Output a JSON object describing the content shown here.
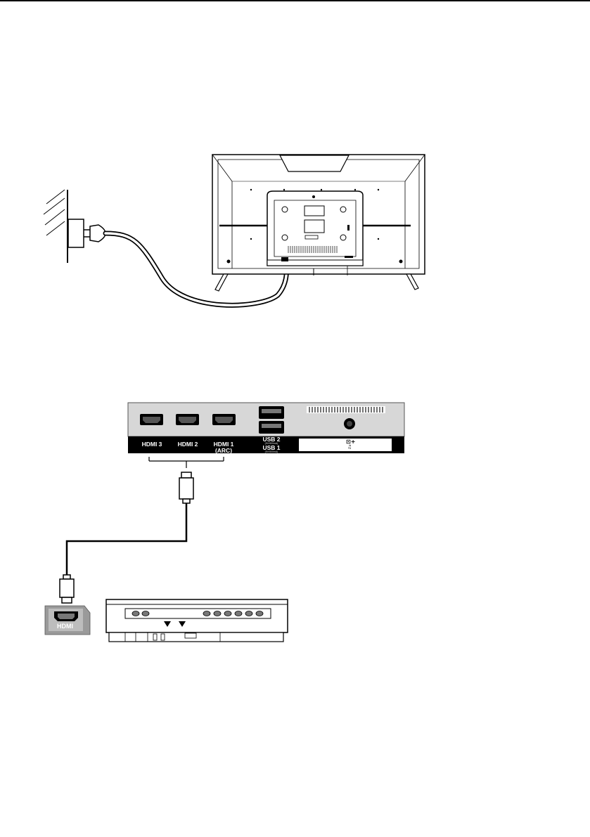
{
  "ports": {
    "hdmi3": "HDMI 3",
    "hdmi2": "HDMI 2",
    "hdmi1_line1": "HDMI 1",
    "hdmi1_line2": "(ARC)",
    "usb2": "USB 2",
    "usb2_sub": "(5V/500mA)",
    "usb1": "USB 1",
    "usb1_sub": "(5V/500mA)",
    "audio_sym1": "⊡+",
    "audio_sym2": "♫"
  },
  "source_device": {
    "hdmi_badge": "HDMI"
  }
}
